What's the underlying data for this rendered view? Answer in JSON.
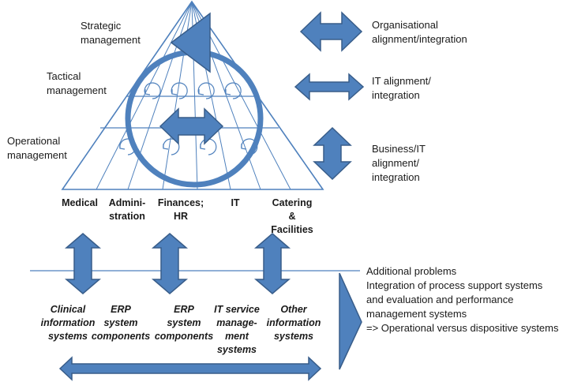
{
  "colors": {
    "line": "#4f81bd",
    "arrow_fill": "#4f81bd",
    "arrow_stroke": "#385d8a",
    "text": "#1a1a1a"
  },
  "levels": {
    "strategic": "Strategic\nmanagement",
    "tactical": "Tactical\nmanagement",
    "operational": "Operational\nmanagement"
  },
  "alignment": {
    "organisational": "Organisational\nalignment/integration",
    "it": "IT alignment/\nintegration",
    "business_it": "Business/IT\nalignment/\nintegration"
  },
  "departments": [
    "Medical",
    "Admini-\nstration",
    "Finances;\nHR",
    "IT",
    "Catering\n&\nFacilities"
  ],
  "systems": [
    "Clinical\ninformation\nsystems",
    "ERP\nsystem\ncomponents",
    "ERP\nsystem\ncomponents",
    "IT service\nmanage-\nment\nsystems",
    "Other\ninformation\nsystems"
  ],
  "additional_problems": "Additional problems\nIntegration of process support systems\nand evaluation and performance\nmanagement systems\n=> Operational versus dispositive systems",
  "icons": {
    "horizontal_arrow": "double-headed-horizontal-arrow-icon",
    "vertical_arrow": "double-headed-vertical-arrow-icon",
    "cycle": "cycle-arrow-icon",
    "chevron": "chevron-right-icon"
  }
}
